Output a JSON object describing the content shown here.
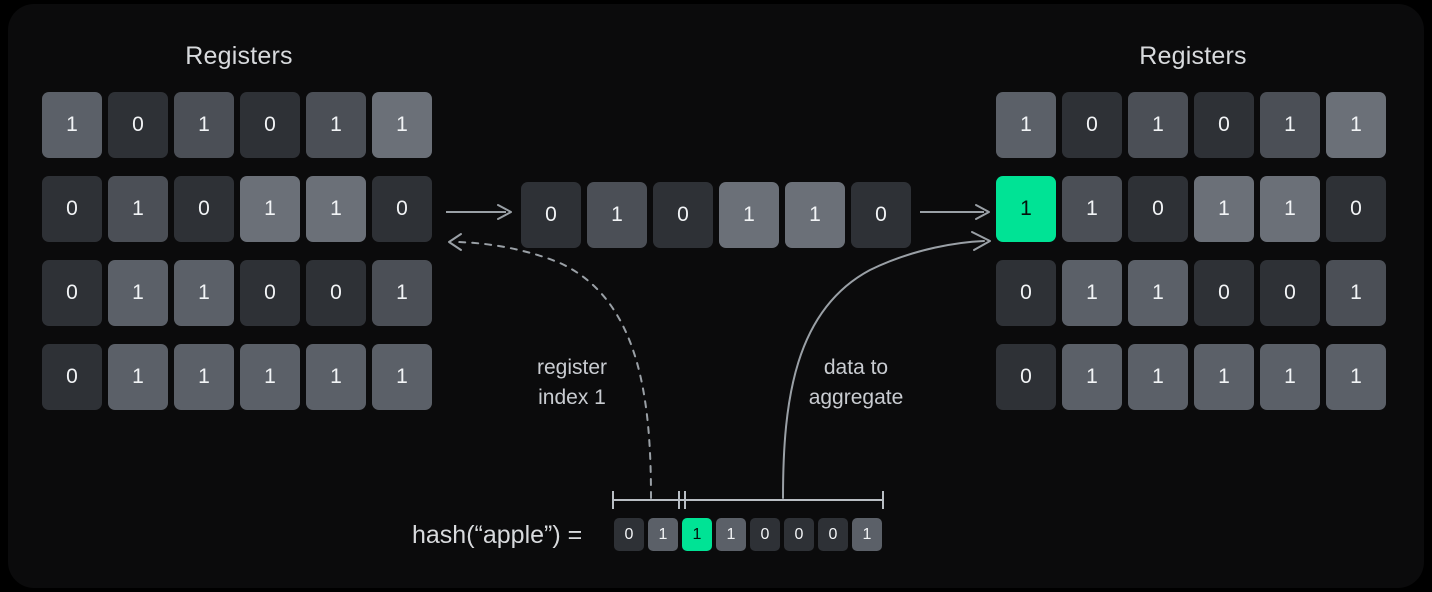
{
  "figure": {
    "title_left": "Registers",
    "title_right": "Registers",
    "hash_label": "hash(“apple”) =",
    "annotation_register": "register\nindex 1",
    "annotation_data": "data to\naggregate"
  },
  "colors": {
    "background": "#000000",
    "panel": "#0b0b0c",
    "cell_zero": "#2e3136",
    "cell_one_dim": "#4b4f56",
    "cell_one_mid": "#5b6068",
    "cell_one_bright": "#6b7078",
    "highlight": "#00e395",
    "text": "#f2f4f6",
    "label": "#c9ccd1",
    "arrow": "#9aa0a6",
    "bracket": "#b9bec4"
  },
  "registers_left": {
    "rows": [
      {
        "index": 0,
        "bits": [
          1,
          0,
          1,
          0,
          1,
          1
        ],
        "shades": [
          "one_mid",
          "zero",
          "one_dim",
          "zero",
          "one_dim",
          "one_bright"
        ]
      },
      {
        "index": 1,
        "bits": [
          0,
          1,
          0,
          1,
          1,
          0
        ],
        "shades": [
          "zero",
          "one_dim",
          "zero",
          "one_bright",
          "one_bright",
          "zero"
        ],
        "selected": true
      },
      {
        "index": 2,
        "bits": [
          0,
          1,
          1,
          0,
          0,
          1
        ],
        "shades": [
          "zero",
          "one_mid",
          "one_mid",
          "zero",
          "zero",
          "one_dim"
        ]
      },
      {
        "index": 3,
        "bits": [
          0,
          1,
          1,
          1,
          1,
          1
        ],
        "shades": [
          "zero",
          "one_mid",
          "one_mid",
          "one_mid",
          "one_mid",
          "one_mid"
        ]
      }
    ]
  },
  "registers_right": {
    "rows": [
      {
        "index": 0,
        "bits": [
          1,
          0,
          1,
          0,
          1,
          1
        ],
        "shades": [
          "one_mid",
          "zero",
          "one_dim",
          "zero",
          "one_dim",
          "one_bright"
        ]
      },
      {
        "index": 1,
        "bits": [
          1,
          1,
          0,
          1,
          1,
          0
        ],
        "shades": [
          "highlight",
          "one_dim",
          "zero",
          "one_bright",
          "one_bright",
          "zero"
        ]
      },
      {
        "index": 2,
        "bits": [
          0,
          1,
          1,
          0,
          0,
          1
        ],
        "shades": [
          "zero",
          "one_mid",
          "one_mid",
          "zero",
          "zero",
          "one_dim"
        ]
      },
      {
        "index": 3,
        "bits": [
          0,
          1,
          1,
          1,
          1,
          1
        ],
        "shades": [
          "zero",
          "one_mid",
          "one_mid",
          "one_mid",
          "one_mid",
          "one_mid"
        ]
      }
    ]
  },
  "selected_register": {
    "bits": [
      0,
      1,
      0,
      1,
      1,
      0
    ],
    "shades": [
      "zero",
      "one_dim",
      "zero",
      "one_bright",
      "one_bright",
      "zero"
    ]
  },
  "hash": {
    "input": "apple",
    "bits": [
      0,
      1,
      1,
      1,
      0,
      0,
      0,
      1
    ],
    "shades": [
      "zero",
      "one_mid",
      "highlight",
      "one_mid",
      "zero",
      "zero",
      "zero",
      "one_mid"
    ],
    "index_bit_count": 2,
    "highlighted_bit_index": 2
  }
}
